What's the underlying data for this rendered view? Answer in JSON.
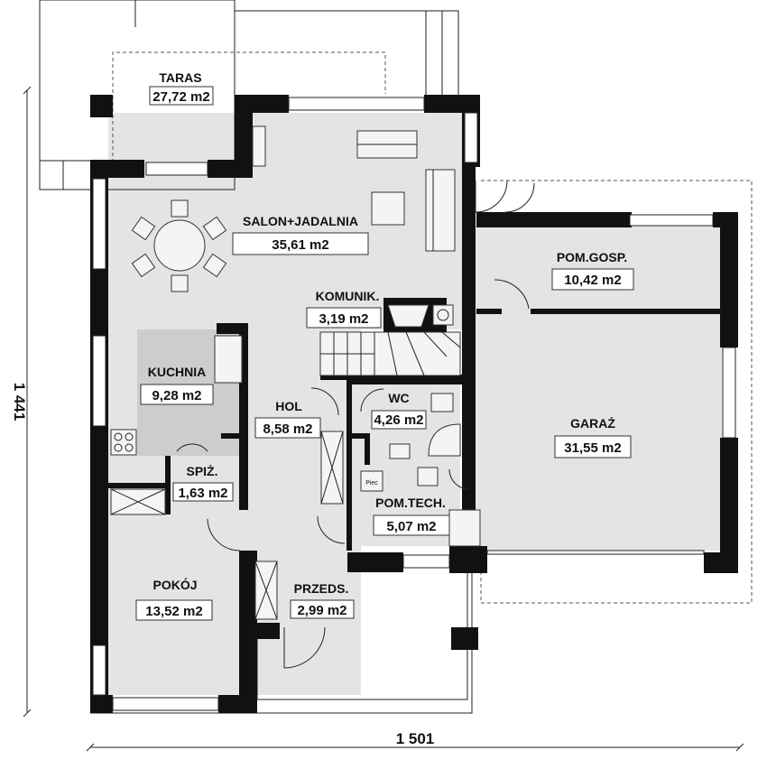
{
  "rooms": {
    "taras": {
      "name": "TARAS",
      "area": "27,72 m2"
    },
    "salon": {
      "name": "SALON+JADALNIA",
      "area": "35,61 m2"
    },
    "gosp": {
      "name": "POM.GOSP.",
      "area": "10,42 m2"
    },
    "komunik": {
      "name": "KOMUNIK.",
      "area": "3,19 m2"
    },
    "kuchnia": {
      "name": "KUCHNIA",
      "area": "9,28 m2"
    },
    "wc": {
      "name": "WC",
      "area": "4,26 m2"
    },
    "hol": {
      "name": "HOL",
      "area": "8,58 m2"
    },
    "garaz": {
      "name": "GARAŻ",
      "area": "31,55 m2"
    },
    "spiz": {
      "name": "SPIŻ.",
      "area": "1,63 m2"
    },
    "tech": {
      "name": "POM.TECH.",
      "area": "5,07 m2"
    },
    "pokoj": {
      "name": "POKÓJ",
      "area": "13,52 m2"
    },
    "przedsp": {
      "name": "PRZEDS.",
      "area": "2,99 m2"
    }
  },
  "dimensions": {
    "width": "1 501",
    "depth": "1 441"
  },
  "fixtures": {
    "boiler_label": "Piec"
  }
}
